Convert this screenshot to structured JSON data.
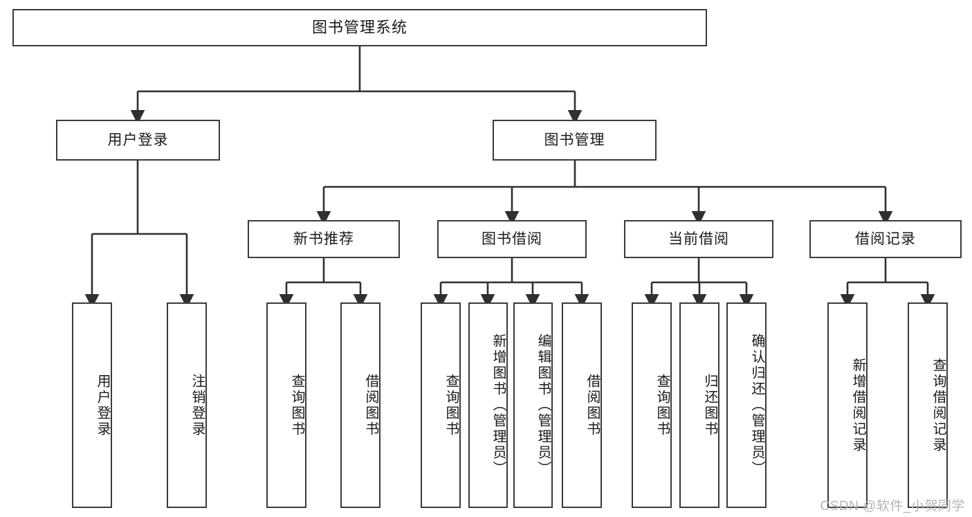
{
  "diagram": {
    "title": "图书管理系统",
    "type": "tree-hierarchy-chart",
    "root": {
      "label": "图书管理系统"
    },
    "level2": [
      {
        "id": "user-login",
        "label": "用户登录"
      },
      {
        "id": "book-manage",
        "label": "图书管理"
      }
    ],
    "level3": [
      {
        "id": "new-book-recommend",
        "label": "新书推荐",
        "parent": "book-manage"
      },
      {
        "id": "book-borrow",
        "label": "图书借阅",
        "parent": "book-manage"
      },
      {
        "id": "current-borrow",
        "label": "当前借阅",
        "parent": "book-manage"
      },
      {
        "id": "borrow-record",
        "label": "借阅记录",
        "parent": "book-manage"
      }
    ],
    "leaves": [
      {
        "id": "leaf-user-login",
        "label": "用户登录",
        "parent": "user-login"
      },
      {
        "id": "leaf-logout",
        "label": "注销登录",
        "parent": "user-login"
      },
      {
        "id": "leaf-query-book-1",
        "label": "查询图书",
        "parent": "new-book-recommend"
      },
      {
        "id": "leaf-borrow-book-1",
        "label": "借阅图书",
        "parent": "new-book-recommend"
      },
      {
        "id": "leaf-query-book-2",
        "label": "查询图书",
        "parent": "book-borrow"
      },
      {
        "id": "leaf-add-book",
        "label": "新增图书（管理员）",
        "parent": "book-borrow"
      },
      {
        "id": "leaf-edit-book",
        "label": "编辑图书（管理员）",
        "parent": "book-borrow"
      },
      {
        "id": "leaf-borrow-book-2",
        "label": "借阅图书",
        "parent": "book-borrow"
      },
      {
        "id": "leaf-query-book-3",
        "label": "查询图书",
        "parent": "current-borrow"
      },
      {
        "id": "leaf-return-book",
        "label": "归还图书",
        "parent": "current-borrow"
      },
      {
        "id": "leaf-confirm-return",
        "label": "确认归还（管理员）",
        "parent": "current-borrow"
      },
      {
        "id": "leaf-add-record",
        "label": "新增借阅记录",
        "parent": "borrow-record"
      },
      {
        "id": "leaf-query-record",
        "label": "查询借阅记录",
        "parent": "borrow-record"
      }
    ],
    "colors": {
      "box_border": "#3a3a3a",
      "box_fill": "#ffffff",
      "connector": "#2f2f2f",
      "text": "#1a1a1a",
      "watermark": "#b4b4b4",
      "background": "#ffffff"
    }
  },
  "watermark": {
    "text": "CSDN @软件_小贺同学"
  }
}
